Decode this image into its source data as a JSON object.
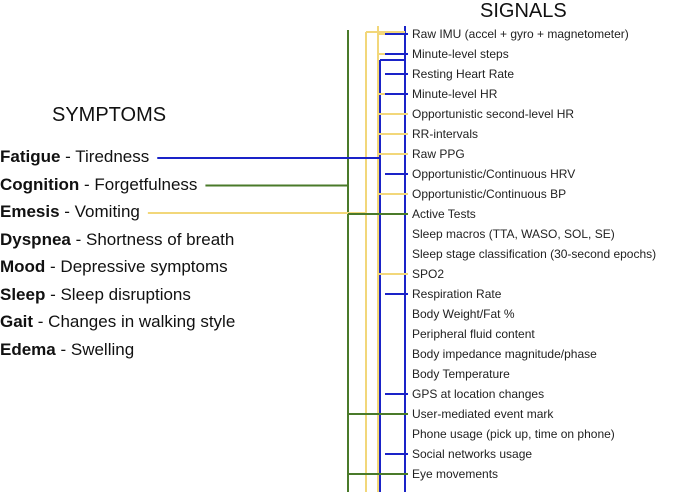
{
  "titles": {
    "symptoms": "SYMPTOMS",
    "signals": "SIGNALS"
  },
  "colors": {
    "blue": "#1a23c8",
    "green": "#4a7a2a",
    "yellow": "#f2d77a"
  },
  "symptoms": [
    {
      "name": "Fatigue",
      "desc": " - Tiredness",
      "link": "blue"
    },
    {
      "name": "Cognition",
      "desc": " - Forgetfulness",
      "link": "green"
    },
    {
      "name": "Emesis",
      "desc": " - Vomiting",
      "link": "yellow"
    },
    {
      "name": "Dyspnea",
      "desc": " - Shortness of breath"
    },
    {
      "name": "Mood",
      "desc": " - Depressive symptoms"
    },
    {
      "name": "Sleep",
      "desc": " - Sleep disruptions"
    },
    {
      "name": "Gait",
      "desc": " - Changes in walking style"
    },
    {
      "name": "Edema",
      "desc": " - Swelling"
    }
  ],
  "signals": [
    {
      "label": "Raw IMU (accel + gyro + magnetometer)",
      "links": [
        "yellow",
        "blue"
      ]
    },
    {
      "label": "Minute-level steps",
      "links": [
        "yellow",
        "blue"
      ]
    },
    {
      "label": "Resting Heart Rate",
      "links": [
        "blue"
      ]
    },
    {
      "label": "Minute-level HR",
      "links": [
        "yellow",
        "blue"
      ]
    },
    {
      "label": "Opportunistic second-level HR",
      "links": [
        "yellow"
      ]
    },
    {
      "label": "RR-intervals",
      "links": [
        "yellow"
      ]
    },
    {
      "label": "Raw PPG",
      "links": [
        "yellow"
      ]
    },
    {
      "label": "Opportunistic/Continuous HRV",
      "links": [
        "blue"
      ]
    },
    {
      "label": "Opportunistic/Continuous BP",
      "links": [
        "yellow"
      ]
    },
    {
      "label": "Active Tests",
      "links": [
        "green"
      ]
    },
    {
      "label": "Sleep macros (TTA, WASO, SOL, SE)",
      "links": []
    },
    {
      "label": "Sleep stage classification (30-second epochs)",
      "links": []
    },
    {
      "label": "SPO2",
      "links": [
        "yellow"
      ]
    },
    {
      "label": "Respiration Rate",
      "links": [
        "blue"
      ]
    },
    {
      "label": "Body Weight/Fat %",
      "links": []
    },
    {
      "label": "Peripheral fluid content",
      "links": []
    },
    {
      "label": "Body impedance magnitude/phase",
      "links": []
    },
    {
      "label": "Body Temperature",
      "links": []
    },
    {
      "label": "GPS at location changes",
      "links": [
        "blue"
      ]
    },
    {
      "label": "User-mediated event mark",
      "links": [
        "green"
      ]
    },
    {
      "label": "Phone usage (pick up, time on phone)",
      "links": []
    },
    {
      "label": "Social networks usage",
      "links": [
        "blue"
      ]
    },
    {
      "label": "Eye movements",
      "links": [
        "green"
      ]
    }
  ]
}
